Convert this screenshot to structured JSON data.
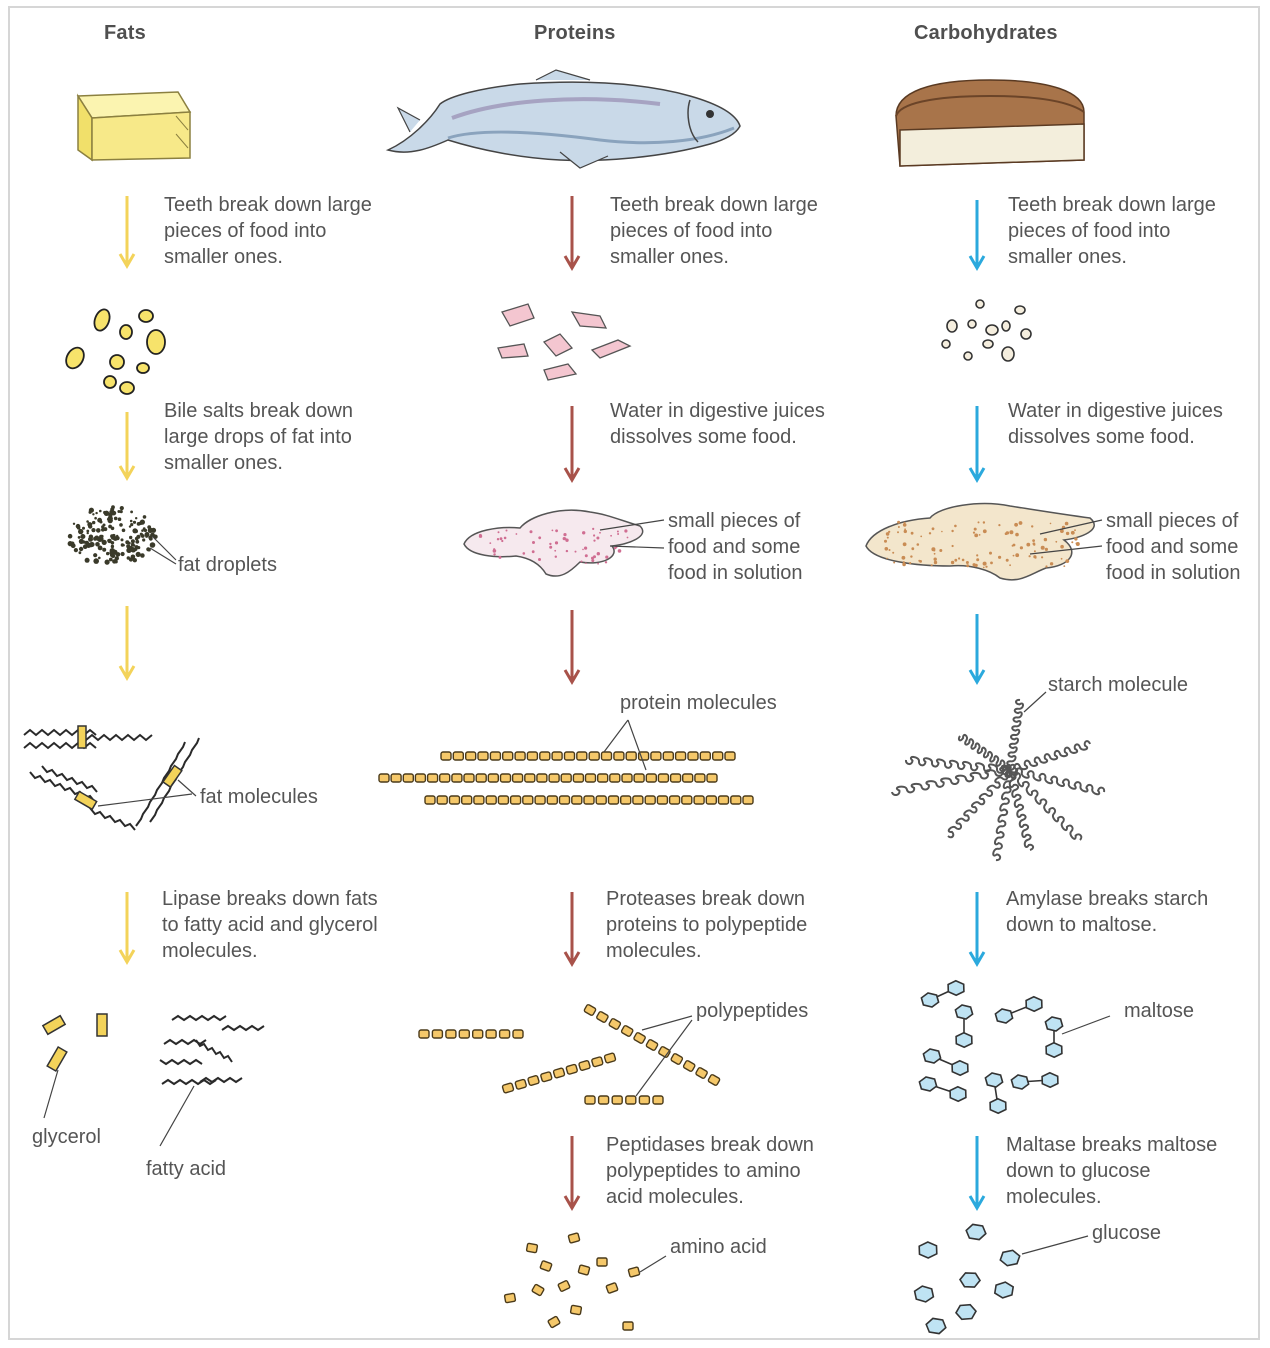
{
  "columns": [
    {
      "heading": "Fats",
      "color": "#f3d35a",
      "steps": [
        "Teeth break down large\npieces of food into\nsmaller ones.",
        "Bile salts break down\nlarge drops of fat into\nsmaller ones.",
        "",
        "Lipase breaks down fats\nto fatty acid and glycerol\nmolecules."
      ],
      "labels": {
        "droplets": "fat droplets",
        "molecules": "fat molecules",
        "glycerol": "glycerol",
        "fatty_acid": "fatty acid"
      }
    },
    {
      "heading": "Proteins",
      "color": "#a8524a",
      "steps": [
        "Teeth break down large\npieces of food into\nsmaller ones.",
        "Water in digestive juices\ndissolves some food.",
        "",
        "Proteases break down\nproteins to polypeptide\nmolecules.",
        "Peptidases break down\npolypeptides to amino\nacid molecules."
      ],
      "labels": {
        "solution": "small pieces of\nfood and some\nfood in solution",
        "molecules": "protein molecules",
        "polypeptides": "polypeptides",
        "amino_acid": "amino acid"
      }
    },
    {
      "heading": "Carbohydrates",
      "color": "#2ba9dd",
      "steps": [
        "Teeth break down large\npieces of food into\nsmaller ones.",
        "Water in digestive juices\ndissolves some food.",
        "",
        "Amylase breaks starch\ndown to maltose.",
        "Maltase breaks maltose\ndown to glucose\nmolecules."
      ],
      "labels": {
        "solution": "small pieces of\nfood and some\nfood in solution",
        "molecules": "starch molecule",
        "maltose": "maltose",
        "glucose": "glucose"
      }
    }
  ]
}
